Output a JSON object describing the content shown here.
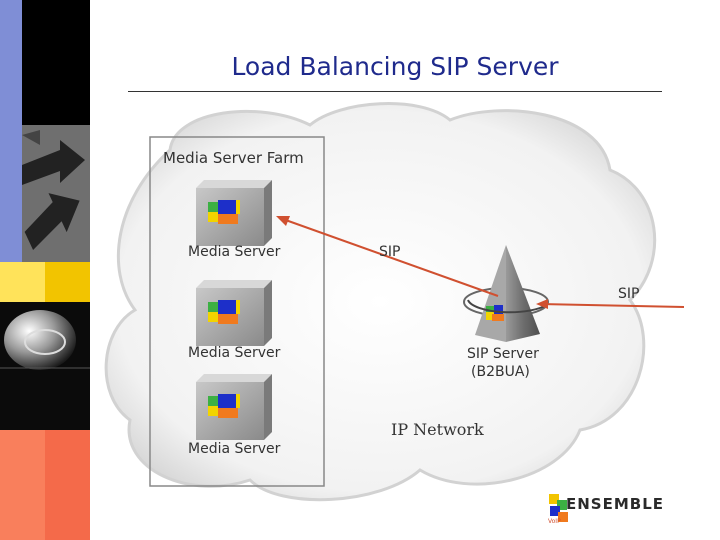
{
  "slide": {
    "title": "Load Balancing SIP Server"
  },
  "diagram": {
    "farm_label": "Media Server Farm",
    "media_servers": [
      {
        "label": "Media Server"
      },
      {
        "label": "Media Server"
      },
      {
        "label": "Media Server"
      }
    ],
    "sip_server_label_line1": "SIP Server",
    "sip_server_label_line2": "(B2BUA)",
    "sip_left_label": "SIP",
    "sip_right_label": "SIP",
    "network_label": "IP Network",
    "line_color": "#d05030"
  },
  "logo": {
    "text": "ENSEMBLE",
    "small_text": "VoIP"
  }
}
